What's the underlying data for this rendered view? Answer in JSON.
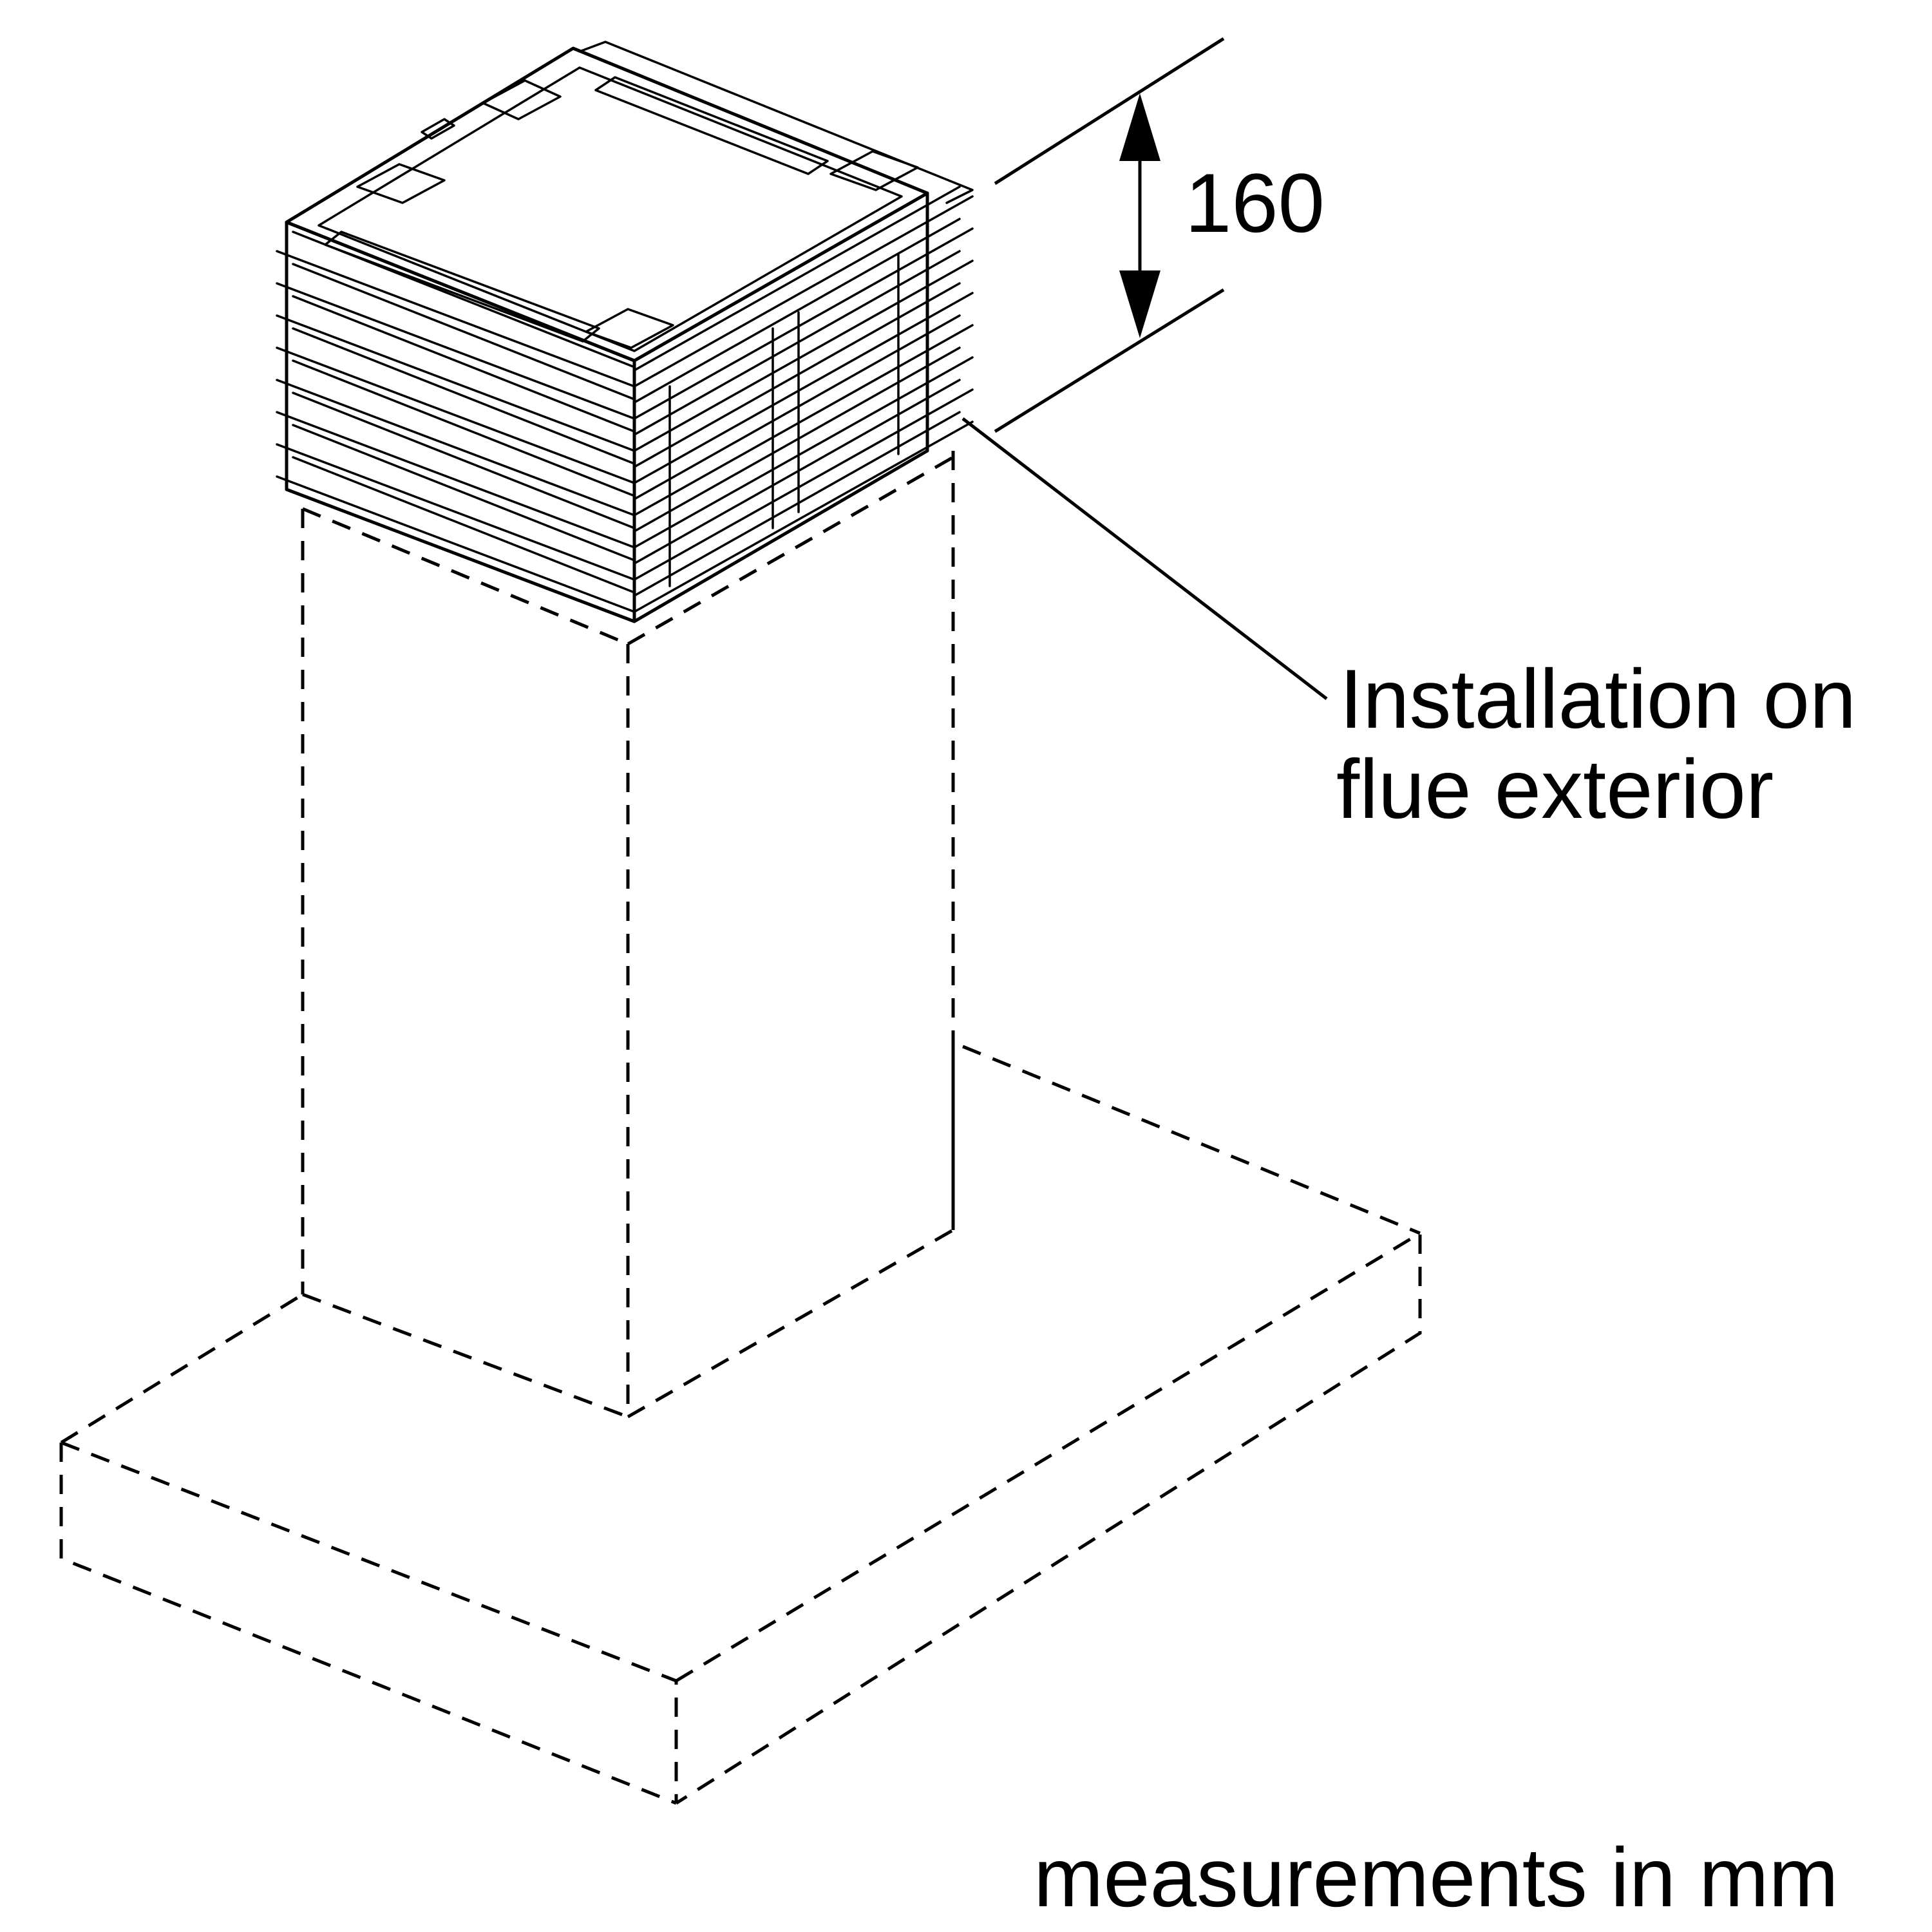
{
  "dimension": {
    "value": "160"
  },
  "callout": {
    "line1": "Installation on",
    "line2": "flue exterior"
  },
  "footer": {
    "units_note": "measurements in mm"
  },
  "colors": {
    "ink": "#000000",
    "paper": "#ffffff"
  }
}
